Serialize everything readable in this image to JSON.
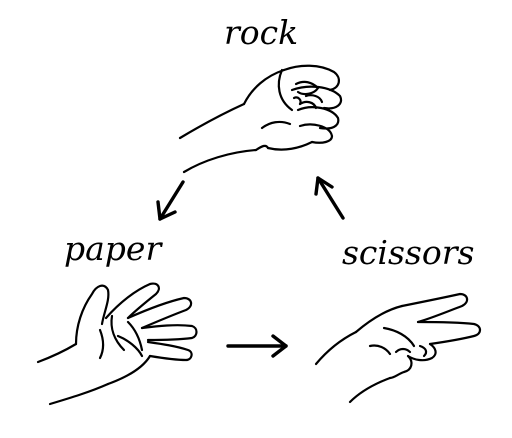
{
  "labels": {
    "rock": "rock",
    "paper": "paper",
    "scissors": "scissors"
  },
  "colors": {
    "ink": "#000000",
    "background": "#ffffff"
  }
}
